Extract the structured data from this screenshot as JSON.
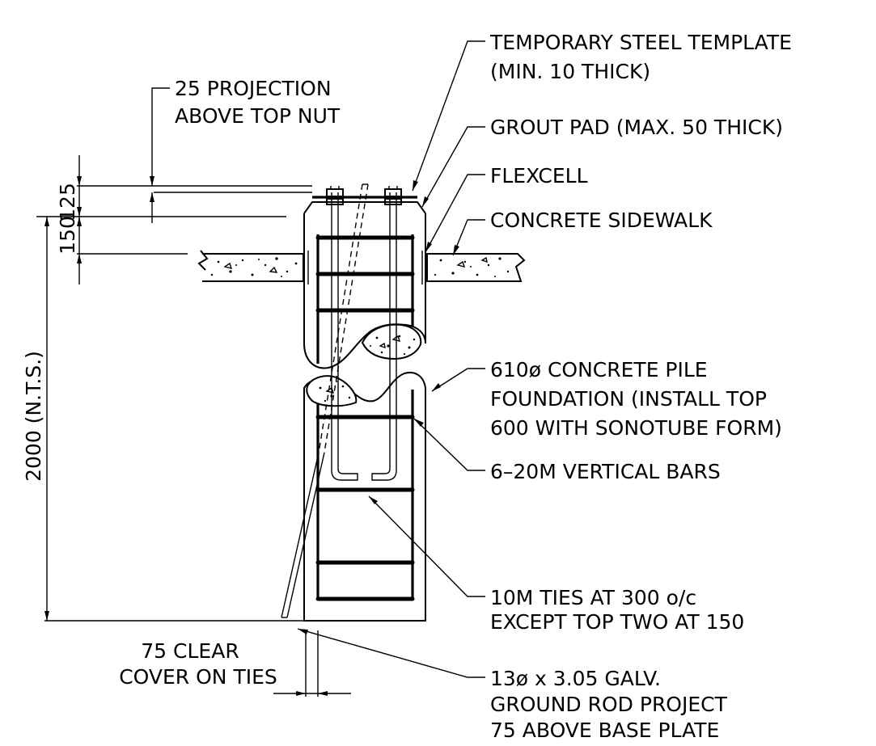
{
  "labels": {
    "template_l1": "TEMPORARY STEEL TEMPLATE",
    "template_l2": "(MIN. 10 THICK)",
    "projection_l1": "25 PROJECTION",
    "projection_l2": "ABOVE TOP NUT",
    "grout_pad": "GROUT PAD (MAX. 50 THICK)",
    "flexcell": "FLEXCELL",
    "sidewalk": "CONCRETE SIDEWALK",
    "pile_l1": "610ø CONCRETE PILE",
    "pile_l2": "FOUNDATION (INSTALL TOP",
    "pile_l3": "600 WITH SONOTUBE FORM)",
    "vertical_bars": "6–20M VERTICAL BARS",
    "ties_l1": "10M TIES AT 300 o/c",
    "ties_l2": "EXCEPT TOP TWO AT 150",
    "cover_l1": "75 CLEAR",
    "cover_l2": "COVER ON TIES",
    "rod_l1": "13ø x 3.05 GALV.",
    "rod_l2": "GROUND ROD PROJECT",
    "rod_l3": "75 ABOVE BASE PLATE"
  },
  "dimensions": {
    "d125": "125",
    "d150": "150",
    "depth": "2000 (N.T.S.)"
  }
}
